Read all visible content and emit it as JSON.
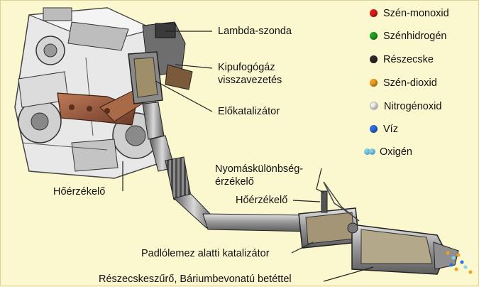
{
  "legend": [
    {
      "label": "Szén-monoxid",
      "color": "#e11b1b"
    },
    {
      "label": "Szénhidrogén",
      "color": "#1fa51f"
    },
    {
      "label": "Részecske",
      "color": "#2a2a2a"
    },
    {
      "label": "Szén-dioxid",
      "color": "#f0a020"
    },
    {
      "label": "Nitrogénoxid",
      "color": "#f4f4f4"
    },
    {
      "label": "Víz",
      "color": "#2a6fe0"
    },
    {
      "label": "Oxigén",
      "color": "#7fd4f0"
    }
  ],
  "labels": {
    "lambda": "Lambda-szonda",
    "egr_1": "Kipufogógáz",
    "egr_2": "visszavezetés",
    "pre_cat": "Előkatalizátor",
    "temp_left": "Hőérzékelő",
    "dp_1": "Nyomáskülönbség-",
    "dp_2": "érzékelő",
    "temp_right": "Hőérzékelő",
    "underfloor_cat": "Padlólemez alatti katalizátor",
    "dpf": "Részecskeszűrő, Báriumbevonatú betéttel"
  }
}
